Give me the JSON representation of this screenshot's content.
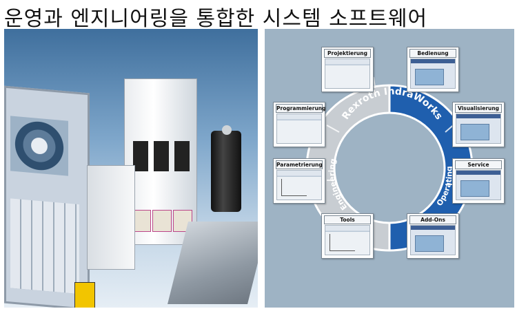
{
  "heading": "운영과 엔지니어링을 통합한 시스템 소프트웨어",
  "diagram": {
    "ring_title": "Rexroth IndraWorks",
    "left_arc_label": "Engineering",
    "right_arc_label": "Operating",
    "cards_left": [
      "Projektierung",
      "Programmierung",
      "Parametrierung",
      "Tools"
    ],
    "cards_right": [
      "Bedienung",
      "Visualisierung",
      "Service",
      "Add-Ons"
    ]
  },
  "colors": {
    "ring_blue": "#1f5fae",
    "ring_gray": "#c8cdd2",
    "diagram_bg": "#9eb3c4"
  }
}
